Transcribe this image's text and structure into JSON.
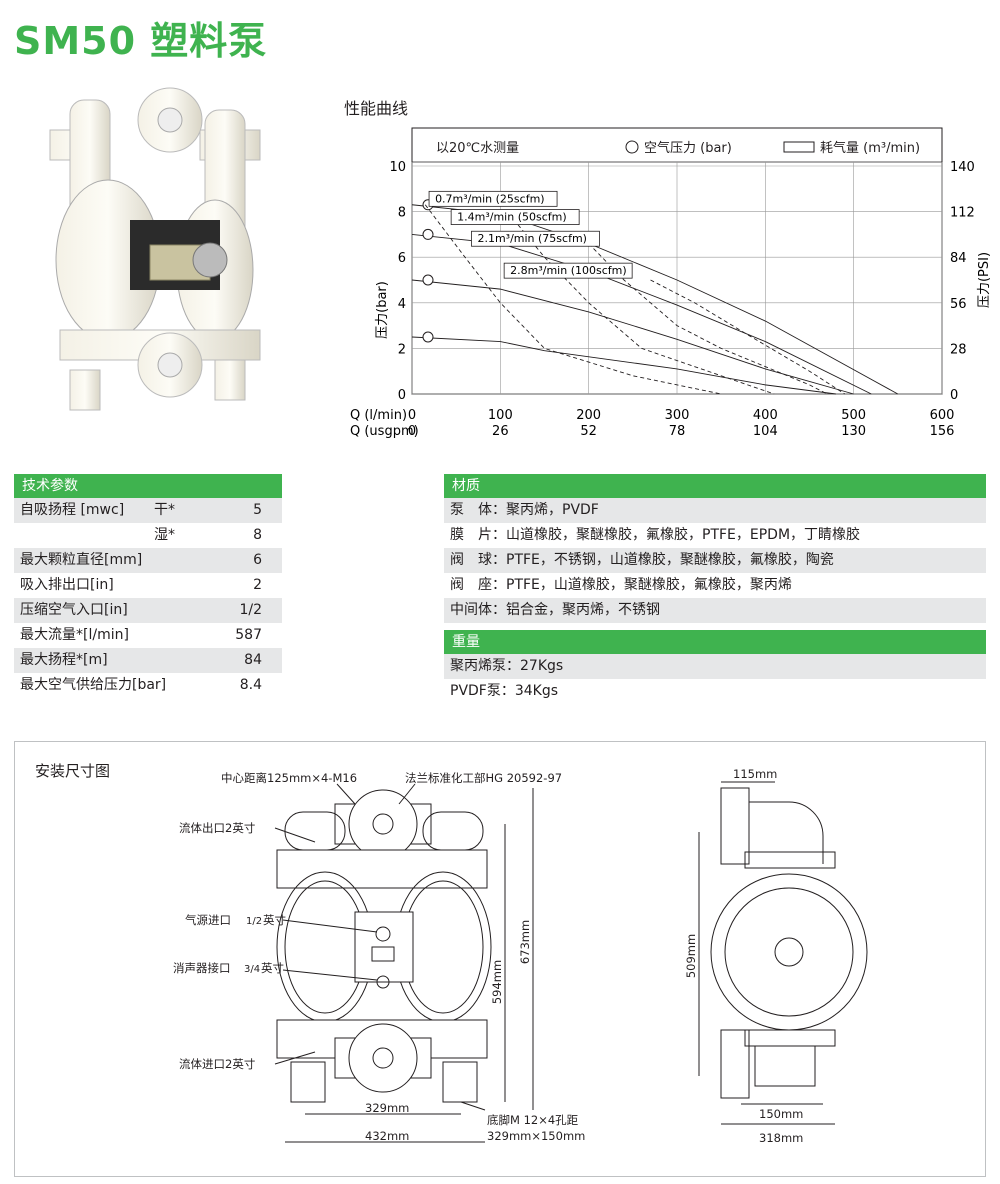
{
  "header": {
    "title": "SM50 塑料泵"
  },
  "chart": {
    "title": "性能曲线",
    "legend": {
      "test_condition": "以20℃水测量",
      "air_pressure": "空气压力 (bar)",
      "air_consumption": "耗气量 (m³/min)"
    },
    "ylabel_left": "压力(bar)",
    "ylabel_right": "压力(PSI)",
    "x_label_lpm": "Q (l/min)",
    "x_label_usgpm": "Q (usgpm)",
    "air_labels": [
      "0.7m³/min (25scfm)",
      "1.4m³/min (50scfm)",
      "2.1m³/min (75scfm)",
      "2.8m³/min (100scfm)"
    ]
  },
  "chart_data": {
    "type": "line",
    "xlabel": "Q (l/min)",
    "ylabel": "压力(bar)",
    "xlim": [
      0,
      600
    ],
    "ylim": [
      0,
      10
    ],
    "x_ticks": [
      0,
      100,
      200,
      300,
      400,
      500,
      600
    ],
    "x_ticks_usgpm": [
      0,
      26,
      52,
      78,
      104,
      130,
      156
    ],
    "y_ticks": [
      0,
      2,
      4,
      6,
      8,
      10
    ],
    "y_ticks_psi": [
      0,
      28,
      56,
      84,
      112,
      140
    ],
    "grid": true,
    "legend_position": "top",
    "series": [
      {
        "name": "空气压力 (bar)",
        "values": [
          [
            0,
            2.5
          ],
          [
            100,
            2.3
          ],
          [
            150,
            1.9
          ],
          [
            300,
            1.1
          ],
          [
            400,
            0.4
          ],
          [
            480,
            0
          ]
        ]
      },
      {
        "name": "空气压力 (bar)",
        "values": [
          [
            0,
            5
          ],
          [
            100,
            4.6
          ],
          [
            200,
            3.6
          ],
          [
            300,
            2.4
          ],
          [
            400,
            1.1
          ],
          [
            500,
            0
          ]
        ]
      },
      {
        "name": "空气压力 (bar)",
        "values": [
          [
            0,
            7
          ],
          [
            100,
            6.6
          ],
          [
            200,
            5.4
          ],
          [
            300,
            3.9
          ],
          [
            400,
            2.3
          ],
          [
            520,
            0
          ]
        ]
      },
      {
        "name": "空气压力 (bar)",
        "values": [
          [
            0,
            8.3
          ],
          [
            100,
            7.9
          ],
          [
            200,
            6.6
          ],
          [
            300,
            5.0
          ],
          [
            400,
            3.2
          ],
          [
            550,
            0
          ]
        ]
      },
      {
        "name": "耗气量 (m³/min)",
        "values": [
          [
            15,
            8.3
          ],
          [
            60,
            6
          ],
          [
            100,
            4
          ],
          [
            150,
            2
          ],
          [
            250,
            0.8
          ],
          [
            350,
            0
          ]
        ]
      },
      {
        "name": "耗气量 (m³/min)",
        "values": [
          [
            110,
            7.9
          ],
          [
            150,
            6
          ],
          [
            200,
            4
          ],
          [
            260,
            2
          ],
          [
            350,
            0.8
          ],
          [
            410,
            0
          ]
        ]
      },
      {
        "name": "耗气量 (m³/min)",
        "values": [
          [
            200,
            6.6
          ],
          [
            240,
            5
          ],
          [
            300,
            3
          ],
          [
            350,
            2
          ],
          [
            450,
            0.4
          ],
          [
            470,
            0
          ]
        ]
      },
      {
        "name": "耗气量 (m³/min)",
        "values": [
          [
            270,
            5
          ],
          [
            320,
            4
          ],
          [
            380,
            2.6
          ],
          [
            450,
            1
          ],
          [
            490,
            0
          ]
        ]
      }
    ]
  },
  "spec": {
    "heading": "技术参数",
    "rows": [
      {
        "label": "自吸扬程 [mwc]",
        "sub": "干*",
        "value": "5"
      },
      {
        "label": "",
        "sub": "湿*",
        "value": "8"
      },
      {
        "label": "最大颗粒直径[mm]",
        "sub": "",
        "value": "6"
      },
      {
        "label": "吸入排出口[in]",
        "sub": "",
        "value": "2"
      },
      {
        "label": "压缩空气入口[in]",
        "sub": "",
        "value": "1/2"
      },
      {
        "label": "最大流量*[l/min]",
        "sub": "",
        "value": "587"
      },
      {
        "label": "最大扬程*[m]",
        "sub": "",
        "value": "84"
      },
      {
        "label": "最大空气供给压力[bar]",
        "sub": "",
        "value": "8.4"
      }
    ]
  },
  "material": {
    "heading": "材质",
    "rows": [
      "泵　体：聚丙烯，PVDF",
      "膜　片：山道橡胶，聚醚橡胶，氟橡胶，PTFE，EPDM，丁睛橡胶",
      "阀　球：PTFE，不锈钢，山道橡胶，聚醚橡胶，氟橡胶，陶瓷",
      "阀　座：PTFE，山道橡胶，聚醚橡胶，氟橡胶，聚丙烯",
      "中间体：铝合金，聚丙烯，不锈钢"
    ]
  },
  "weight": {
    "heading": "重量",
    "rows": [
      "聚丙烯泵：27Kgs",
      "PVDF泵：34Kgs"
    ]
  },
  "dimensions": {
    "title": "安装尺寸图",
    "flange_center": "中心距离125mm×4-M16",
    "flange_standard": "法兰标准化工部HG 20592-97",
    "outlet": "流体出口2英寸",
    "air_inlet": "气源进口",
    "air_inlet_frac": "1/2",
    "air_inlet_unit": "英寸",
    "muffler": "消声器接口",
    "muffler_frac": "3/4",
    "muffler_unit": "英寸",
    "inlet": "流体进口2英寸",
    "foot": "底脚M 12×4孔距",
    "foot_spacing": "329mm×150mm",
    "w329": "329mm",
    "w432": "432mm",
    "h594": "594mm",
    "h673": "673mm",
    "w115": "115mm",
    "h509": "509mm",
    "w150": "150mm",
    "w318": "318mm"
  },
  "colors": {
    "accent": "#3fb34f",
    "row_shade": "#e6e7e8"
  }
}
